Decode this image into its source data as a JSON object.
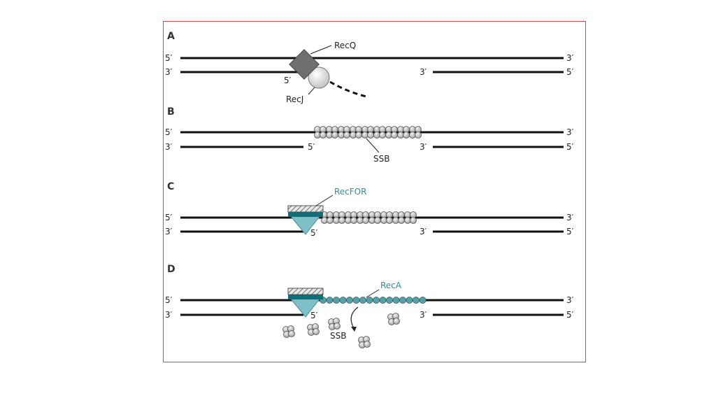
{
  "panels": [
    {
      "letter": "A",
      "top_left": "5′",
      "bottom_left": "3′",
      "top_right": "3′",
      "bottom_right": "5′",
      "gap_bottom_left": "5′",
      "gap_bottom_right": "3′",
      "protein_labels": [
        "RecQ",
        "RecJ"
      ]
    },
    {
      "letter": "B",
      "top_left": "5′",
      "bottom_left": "3′",
      "top_right": "3′",
      "bottom_right": "5′",
      "gap_bottom_left": "5′",
      "gap_bottom_right": "3′",
      "protein_labels": [
        "SSB"
      ]
    },
    {
      "letter": "C",
      "top_left": "5′",
      "bottom_left": "3′",
      "top_right": "3′",
      "bottom_right": "5′",
      "gap_bottom_left": "5′",
      "gap_bottom_right": "3′",
      "protein_labels": [
        "RecFOR"
      ]
    },
    {
      "letter": "D",
      "top_left": "5′",
      "bottom_left": "3′",
      "top_right": "3′",
      "bottom_right": "5′",
      "gap_bottom_left": "5′",
      "gap_bottom_right": "3′",
      "protein_labels": [
        "RecA",
        "SSB"
      ]
    }
  ],
  "colors": {
    "frame_border": "#d04a4a",
    "dna_strand": "#111111",
    "recq": "#6f6f6f",
    "recj": "#d6d6d6",
    "ssb": "#bdbdbd",
    "recfor_teal": "#0d6f78",
    "recfor_light": "#7fc0c8",
    "reca": "#4fa3ac",
    "teal_label": "#2f8f96"
  }
}
